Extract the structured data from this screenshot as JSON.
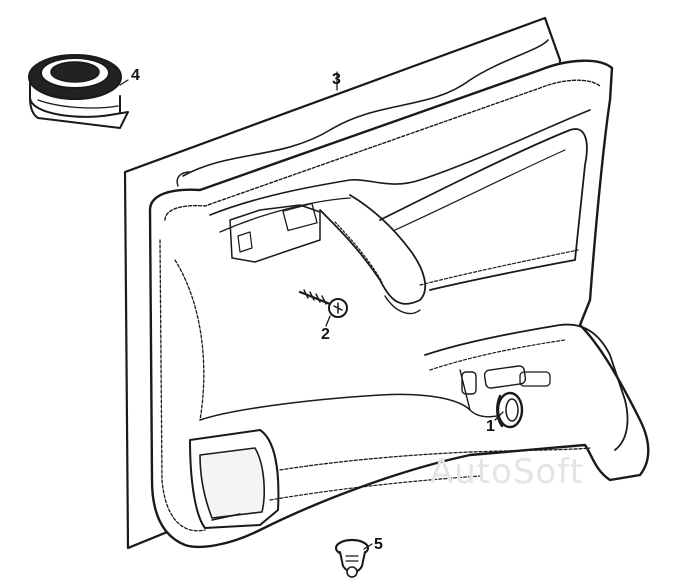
{
  "diagram": {
    "parts": [
      {
        "id": "1",
        "name": "handle-insert"
      },
      {
        "id": "2",
        "name": "screw"
      },
      {
        "id": "3",
        "name": "membrane-sheet"
      },
      {
        "id": "4",
        "name": "sealing-tape-roll"
      },
      {
        "id": "5",
        "name": "trim-clip"
      }
    ],
    "watermark": "AutoSoft"
  }
}
